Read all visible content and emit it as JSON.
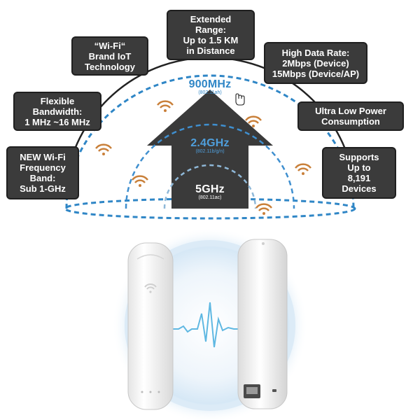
{
  "features": {
    "extended_range": "Extended\nRange:\nUp to 1.5 KM\nin Distance",
    "brand_iot": "“Wi-Fi“\nBrand IoT\nTechnology",
    "high_data_rate": "High Data Rate:\n2Mbps (Device)\n15Mbps (Device/AP)",
    "flexible_bandwidth": "Flexible\nBandwidth:\n1 MHz ~16 MHz",
    "ultra_low_power": "Ultra Low Power\nConsumption",
    "new_wifi_band": "NEW Wi-Fi\nFrequency\nBand:\nSub 1-GHz",
    "supports_devices": "Supports\nUp to\n8,191\nDevices"
  },
  "bands": {
    "b900": {
      "label": "900MHz",
      "standard": "(802.11ah)"
    },
    "b24": {
      "label": "2.4GHz",
      "standard": "(802.11b/g/n)"
    },
    "b5": {
      "label": "5GHz",
      "standard": "(802.11ac)"
    }
  },
  "colors": {
    "box_bg": "#3b3b3b",
    "house": "#3a3a3a",
    "dashed_blue": "#2f86c6",
    "wifi_orange": "#c9803a",
    "device_white": "#f4f4f4"
  }
}
